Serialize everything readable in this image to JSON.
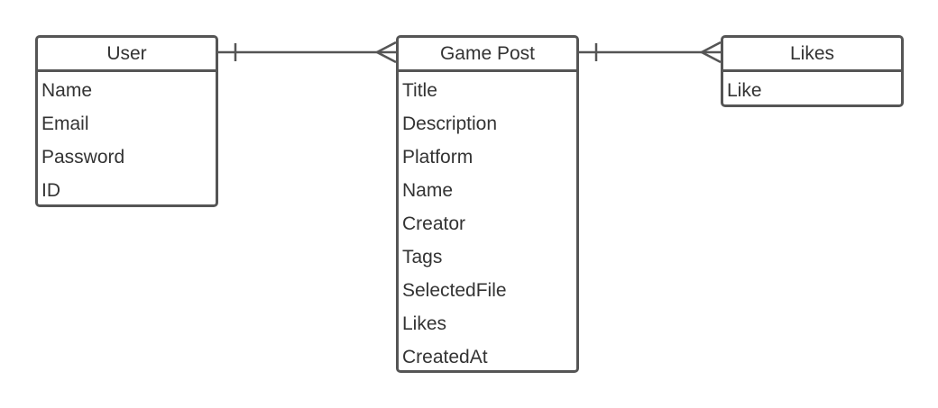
{
  "diagram": {
    "entities": {
      "user": {
        "title": "User",
        "fields": [
          "Name",
          "Email",
          "Password",
          "ID"
        ]
      },
      "game_post": {
        "title": "Game Post",
        "fields": [
          "Title",
          "Description",
          "Platform",
          "Name",
          "Creator",
          "Tags",
          "SelectedFile",
          "Likes",
          "CreatedAt"
        ]
      },
      "likes": {
        "title": "Likes",
        "fields": [
          "Like"
        ]
      }
    },
    "relationships": [
      {
        "from": "User",
        "to": "Game Post",
        "from_cardinality": "one",
        "to_cardinality": "many"
      },
      {
        "from": "Game Post",
        "to": "Likes",
        "from_cardinality": "one",
        "to_cardinality": "many"
      }
    ],
    "colors": {
      "stroke": "#555555",
      "text": "#333333",
      "background": "#ffffff"
    }
  }
}
